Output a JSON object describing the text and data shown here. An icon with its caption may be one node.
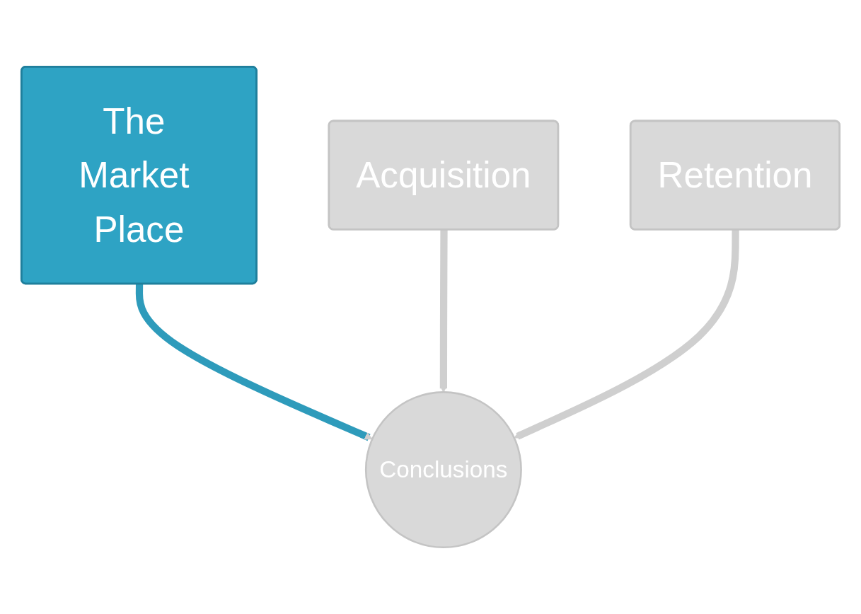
{
  "diagram": {
    "nodes": [
      {
        "text": [
          "The Market Place"
        ]
      },
      {
        "text": [
          "Acquisition"
        ]
      },
      {
        "text": [
          "Retention"
        ]
      },
      {
        "text": [
          "Conclusions"
        ]
      }
    ],
    "edges": [
      {
        "from": 0,
        "to": 3,
        "arrow": "to",
        "color": "#2e9bbb"
      },
      {
        "from": 1,
        "to": 3,
        "arrow": "to"
      },
      {
        "from": 2,
        "to": 3,
        "arrow": "to"
      }
    ]
  }
}
